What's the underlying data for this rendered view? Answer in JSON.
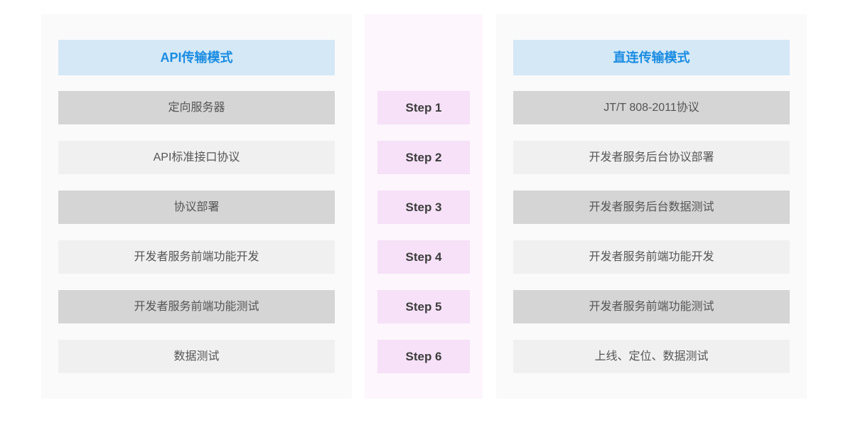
{
  "left_panel": {
    "title": "API传输模式",
    "rows": [
      {
        "label": "定向服务器"
      },
      {
        "label": "API标准接口协议"
      },
      {
        "label": "协议部署"
      },
      {
        "label": "开发者服务前端功能开发"
      },
      {
        "label": "开发者服务前端功能测试"
      },
      {
        "label": "数据测试"
      }
    ]
  },
  "steps_panel": {
    "steps": [
      "Step 1",
      "Step 2",
      "Step 3",
      "Step 4",
      "Step 5",
      "Step 6"
    ]
  },
  "right_panel": {
    "title": "直连传输模式",
    "rows": [
      {
        "label": "JT/T 808-2011协议"
      },
      {
        "label": "开发者服务后台协议部署"
      },
      {
        "label": "开发者服务后台数据测试"
      },
      {
        "label": "开发者服务前端功能开发"
      },
      {
        "label": "开发者服务前端功能测试"
      },
      {
        "label": "上线、定位、数据测试"
      }
    ]
  },
  "colors": {
    "page_background": "#ffffff",
    "side_panel_background": "#fafafa",
    "steps_panel_background": "#fdf6fd",
    "header_background": "#d4e8f6",
    "header_text": "#1a8ce2",
    "row_dark_background": "#d5d5d5",
    "row_light_background": "#f0f0f0",
    "row_text": "#555555",
    "step_background": "#f6e1f8",
    "step_text": "#3c3c3c"
  }
}
